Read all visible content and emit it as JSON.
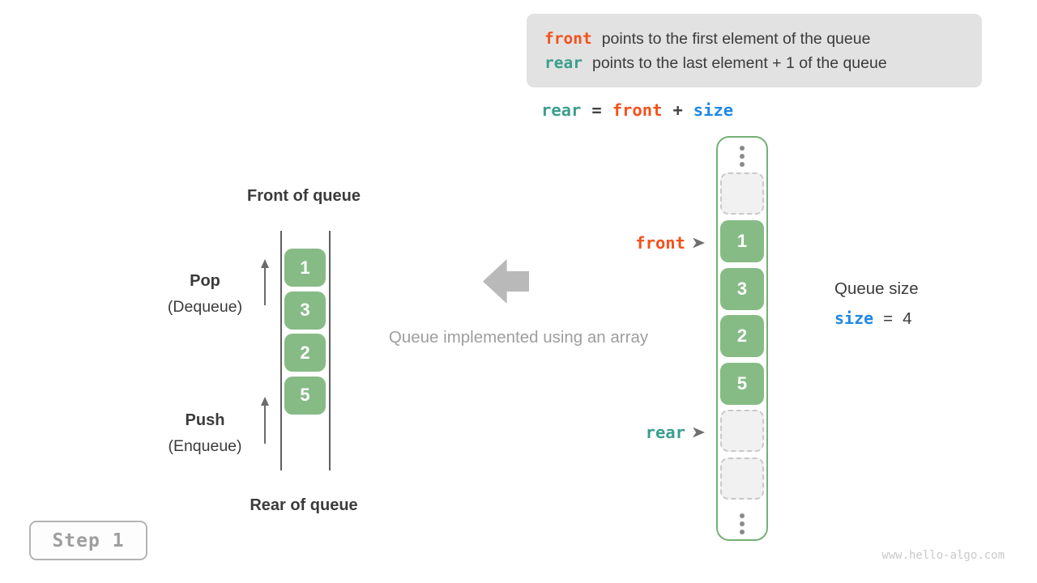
{
  "info_box": {
    "lines": [
      {
        "code": "front",
        "text": "points to the first element of the queue"
      },
      {
        "code": "rear",
        "text": "points to the last element + 1 of the queue"
      }
    ]
  },
  "formula": {
    "parts": [
      {
        "text": "rear"
      },
      {
        "text": "="
      },
      {
        "text": "front"
      },
      {
        "text": "+"
      },
      {
        "text": "size"
      }
    ]
  },
  "left_diagram": {
    "front_label": "Front of queue",
    "rear_label": "Rear of queue",
    "pop": {
      "title": "Pop",
      "subtitle": "(Dequeue)"
    },
    "push": {
      "title": "Push",
      "subtitle": "(Enqueue)"
    },
    "values": [
      "1",
      "3",
      "2",
      "5"
    ]
  },
  "center": {
    "caption": "Queue implemented using an array"
  },
  "array_panel": {
    "values": [
      "1",
      "3",
      "2",
      "5"
    ],
    "front_pointer_label": "front",
    "rear_pointer_label": "rear"
  },
  "queue_size": {
    "title": "Queue size",
    "code": "size",
    "equals": "=",
    "value": "4"
  },
  "step_badge": {
    "label": "Step 1"
  },
  "watermark": "www.hello-algo.com",
  "colors": {
    "accent_orange": "#f4511e",
    "accent_teal": "#3a9e8d",
    "accent_blue": "#1e88e5",
    "cell_green": "#87bb86",
    "container_border_green": "#74b173",
    "info_box_bg": "#e2e2e2",
    "muted_gray": "#9e9e9e",
    "dark_text": "#3b3b3b"
  }
}
